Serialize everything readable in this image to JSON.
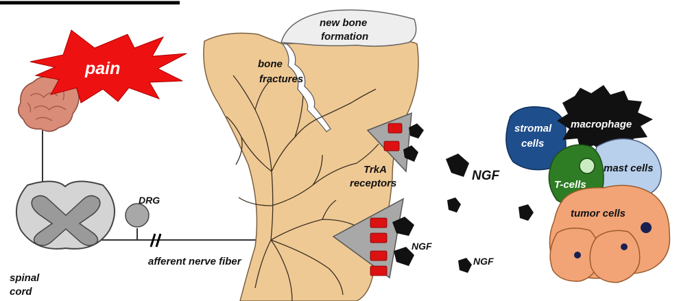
{
  "labels": {
    "pain": "pain",
    "new_bone_line1": "new bone",
    "new_bone_line2": "formation",
    "bone_fractures_line1": "bone",
    "bone_fractures_line2": "fractures",
    "trka_line1": "TrkA",
    "trka_line2": "receptors",
    "dgr": "DRG",
    "afferent": "afferent nerve fiber",
    "spinal_line1": "spinal",
    "spinal_line2": "cord",
    "ngf_large": "NGF",
    "ngf_receptor": "NGF",
    "ngf_small": "NGF",
    "stromal_line1": "stromal",
    "stromal_line2": "cells",
    "macrophage": "macrophage",
    "mast_cells": "mast cells",
    "t_cells": "T-cells",
    "tumor_cells": "tumor cells"
  },
  "colors": {
    "pain_burst": "#ee1111",
    "brain": "#d98c78",
    "spinal_outer": "#d4d4d4",
    "spinal_inner": "#9a9a9a",
    "bone": "#efc994",
    "new_bone": "#eeeeee",
    "receptor": "#dd1111",
    "ngf": "#111111",
    "stromal": "#1f4e8c",
    "macrophage": "#111111",
    "mast": "#b8d0ec",
    "t_cells": "#2e7d24",
    "tumor": "#f2a477",
    "nucleus": "#1a2050"
  },
  "icons": [
    "brain-icon",
    "spinal-cord-icon",
    "drg-icon",
    "bone-icon",
    "ngf-icon",
    "trka-receptor-icon"
  ]
}
